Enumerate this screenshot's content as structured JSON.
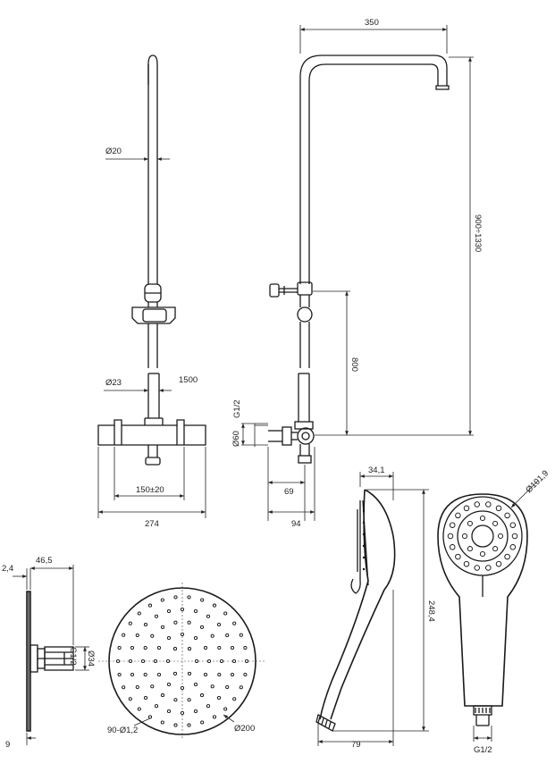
{
  "labels": {
    "rail_diameter": "Ø20",
    "pipe_diameter": "Ø23",
    "total_height": "1500",
    "valve_spacing": "150±20",
    "mixer_width": "274",
    "overhead_arm": "350",
    "height_range": "900÷1330",
    "height_800": "800",
    "connection": "G1/2",
    "diverter_diameter": "Ø60",
    "depth_69": "69",
    "depth_94": "94",
    "hand_depth": "34,1",
    "hand_diameter": "Ø101,9",
    "hand_length": "248,4",
    "hand_width": "79",
    "hand_thread": "G1/2",
    "head_offset": "2,4",
    "head_depth": "46,5",
    "arm_diameter": "Ø34",
    "arm_thread": "G1/2",
    "head_thickness": "9",
    "nozzles": "90-Ø1,2",
    "head_diameter": "Ø200"
  }
}
